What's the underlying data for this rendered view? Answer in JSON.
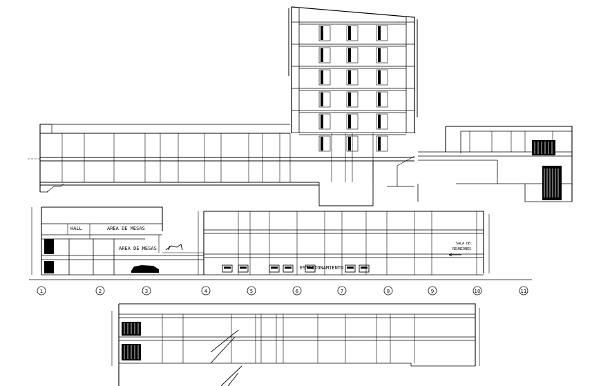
{
  "drawing": {
    "section_b_labels": {
      "hall": "HALL",
      "area_mesas_upper": "AREA DE MESAS",
      "area_mesas_lower": "AREA DE MESAS",
      "estacionamiento": "ESTACIONAMIENTO",
      "sala": "SALA DE",
      "reuniones": "REUNIONES"
    },
    "grid_axes": [
      "1",
      "2",
      "3",
      "4",
      "5",
      "6",
      "7",
      "8",
      "9",
      "10",
      "11"
    ]
  }
}
